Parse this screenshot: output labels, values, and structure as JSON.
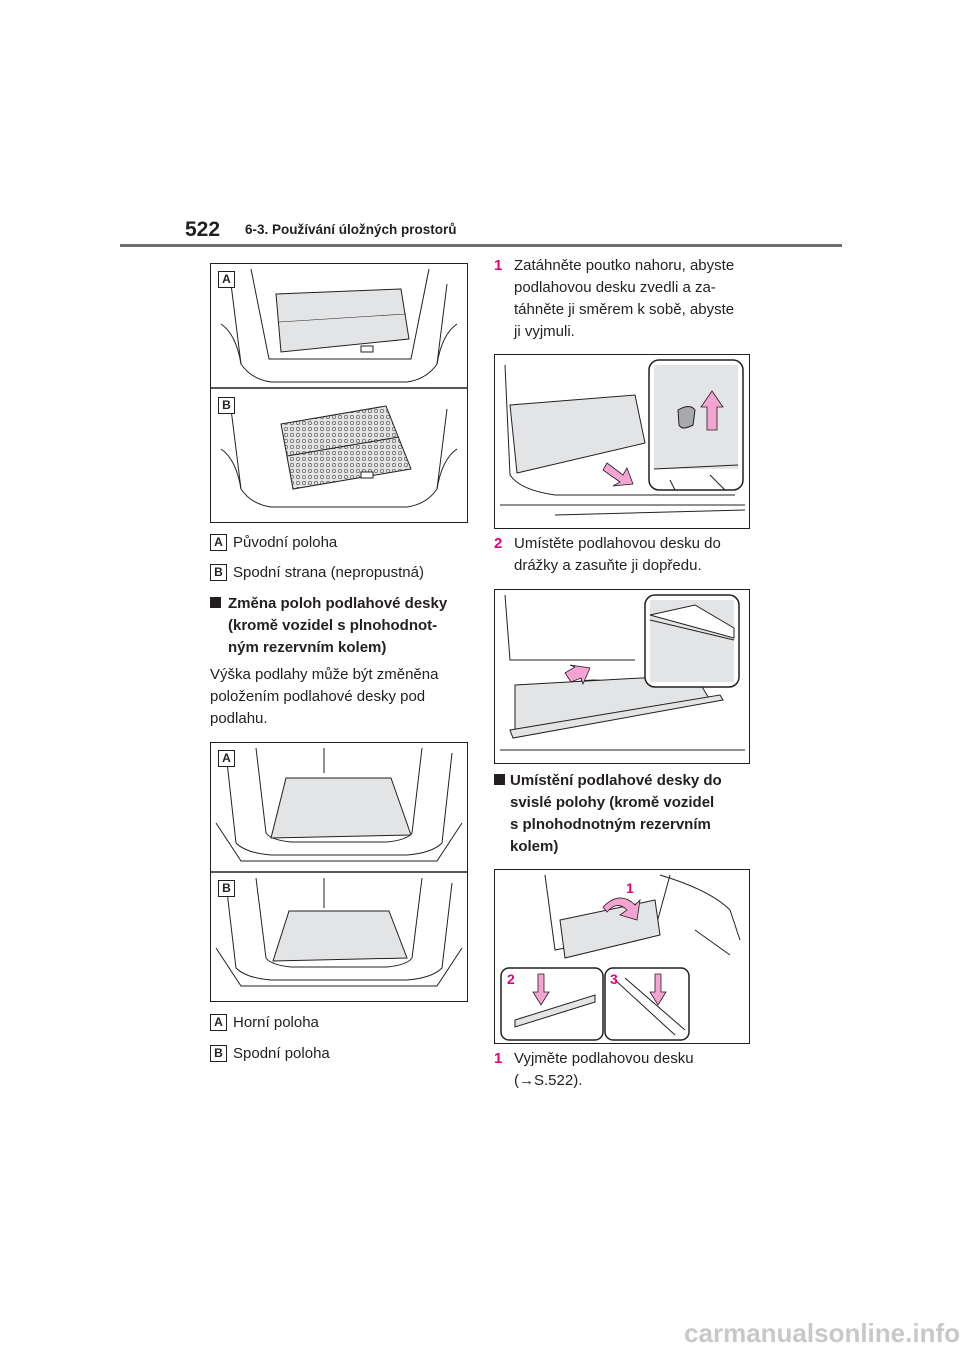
{
  "header": {
    "page_number": "522",
    "section": "6-3. Používání úložných prostorů"
  },
  "left": {
    "figure1": {
      "label_a": "A",
      "label_b": "B"
    },
    "caption_a": {
      "label": "A",
      "text": "Původní poloha"
    },
    "caption_b": {
      "label": "B",
      "text": "Spodní strana (nepropustná)"
    },
    "heading": {
      "line1": "Změna poloh podlahové desky",
      "line2": "(kromě vozidel s plnohodnot-",
      "line3": "ným rezervním kolem)"
    },
    "paragraph": {
      "line1": "Výška podlahy může být změněna",
      "line2": "položením podlahové desky pod",
      "line3": "podlahu."
    },
    "figure2": {
      "label_a": "A",
      "label_b": "B"
    },
    "caption2_a": {
      "label": "A",
      "text": "Horní poloha"
    },
    "caption2_b": {
      "label": "B",
      "text": "Spodní poloha"
    }
  },
  "right": {
    "step1": {
      "num": "1",
      "line1": "Zatáhněte poutko nahoru, abyste",
      "line2": "podlahovou desku zvedli a za-",
      "line3": "táhněte ji směrem k sobě, abyste",
      "line4": "ji vyjmuli."
    },
    "step2": {
      "num": "2",
      "line1": "Umístěte podlahovou desku do",
      "line2": "drážky a zasuňte ji dopředu."
    },
    "heading": {
      "line1": "Umístění podlahové desky do",
      "line2": "svislé polohy (kromě vozidel",
      "line3": "s plnohodnotným rezervním",
      "line4": "kolem)"
    },
    "figure5": {
      "n1": "1",
      "n2": "2",
      "n3": "3"
    },
    "step3": {
      "num": "1",
      "line1": "Vyjměte podlahovou desku",
      "line2": "(→S.522)."
    }
  },
  "watermark": "carmanualsonline.info",
  "colors": {
    "accent": "#e4007f",
    "arrow_fill": "#f5a3d0",
    "rule": "#6d6e71",
    "panel": "#e3e4e5"
  }
}
